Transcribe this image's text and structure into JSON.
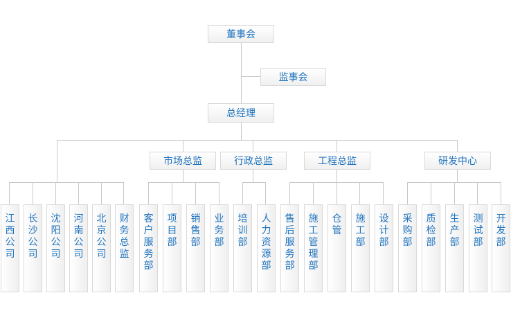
{
  "top": {
    "board": "董事会",
    "supervisors": "监事会",
    "ceo": "总经理"
  },
  "directors": [
    "市场总监",
    "行政总监",
    "工程总监",
    "研发中心"
  ],
  "subsidiaries": [
    "江西公司",
    "长沙公司",
    "沈阳公司",
    "河南公司",
    "北京公司",
    "财务总监"
  ],
  "market_depts": [
    "客户服务部",
    "项目部",
    "销售部",
    "业务部"
  ],
  "admin_depts": [
    "培训部",
    "人力资源部"
  ],
  "engineering_depts": [
    "售后服务部",
    "施工管理部",
    "仓管",
    "施工部",
    "设计部"
  ],
  "rd_depts": [
    "采购部",
    "质检部",
    "生产部",
    "测试部",
    "开发部"
  ],
  "colors": {
    "line": "#cccccc",
    "text": "#1e73be",
    "border": "#d9d9d9"
  }
}
